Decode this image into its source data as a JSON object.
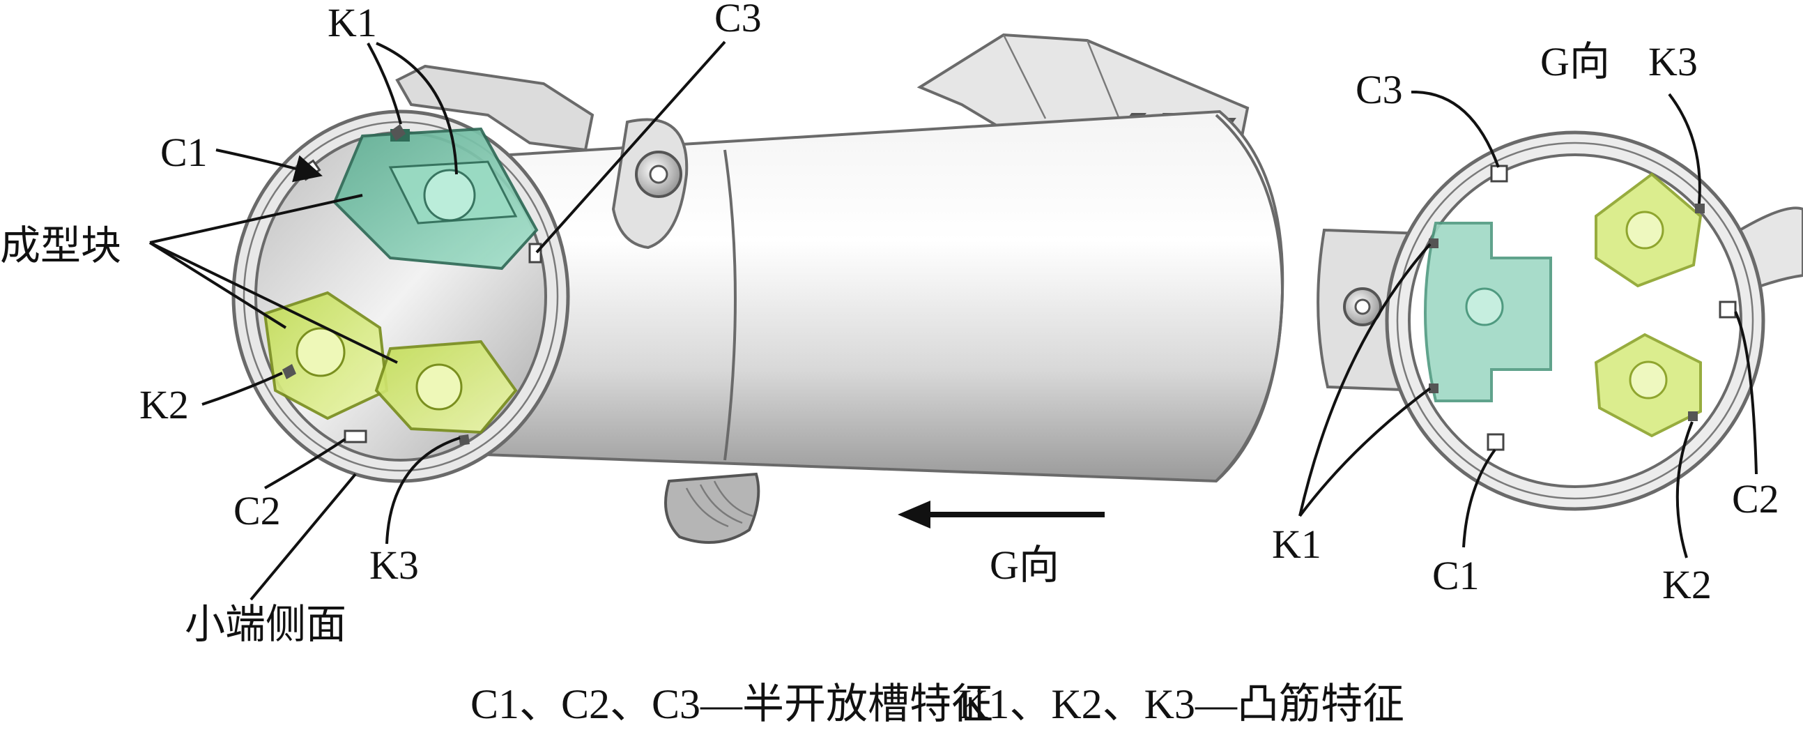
{
  "labels": {
    "left": {
      "k1": "K1",
      "c3": "C3",
      "c1": "C1",
      "molding_block": "成型块",
      "k2": "K2",
      "c2": "C2",
      "k3": "K3",
      "small_end_face": "小端侧面"
    },
    "direction": "G向",
    "right": {
      "view_title": "G向",
      "c3": "C3",
      "k3": "K3",
      "k1": "K1",
      "c1": "C1",
      "c2": "C2",
      "k2": "K2"
    }
  },
  "caption": {
    "slots": "C1、C2、C3—半开放槽特征",
    "ribs": "K1、K2、K3—凸筋特征"
  },
  "colors": {
    "molding_block_green": "#8fd3b8",
    "molding_block_yellow": "#d6ea7a",
    "part_gray": "#c8c8c8"
  }
}
